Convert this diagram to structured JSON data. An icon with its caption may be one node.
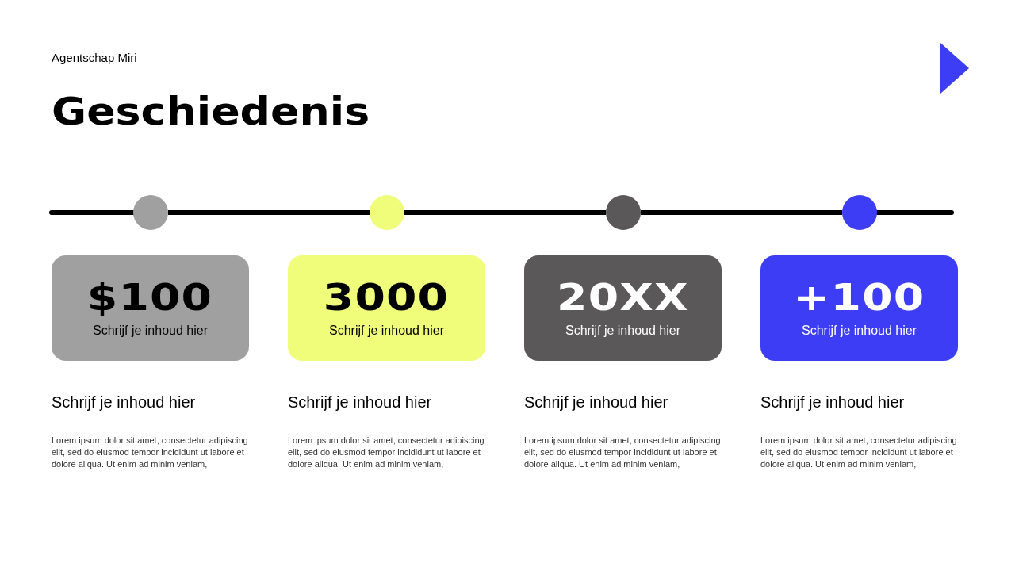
{
  "diagram": {
    "title": "Geschiedenis",
    "nodes": [
      {
        "text": [],
        "shape": "circle"
      },
      {
        "text": [],
        "shape": "circle"
      },
      {
        "text": [],
        "shape": "circle"
      },
      {
        "text": [],
        "shape": "circle"
      },
      {
        "text": [
          "$100",
          "Schrijf je inhoud hier"
        ],
        "beside": [
          "Schrijf je inhoud hier"
        ]
      },
      {
        "text": [
          "3000",
          "Schrijf je inhoud hier"
        ],
        "beside": [
          "Schrijf je inhoud hier"
        ]
      },
      {
        "text": [
          "20XX",
          "Schrijf je inhoud hier"
        ],
        "beside": [
          "Schrijf je inhoud hier"
        ]
      },
      {
        "text": [
          "+100",
          "Schrijf je inhoud hier"
        ],
        "beside": [
          "Schrijf je inhoud hier"
        ]
      }
    ],
    "edges": [
      {
        "from": null,
        "to": 0,
        "arrow": "none"
      },
      {
        "from": 0,
        "to": 1,
        "arrow": "none"
      },
      {
        "from": 1,
        "to": 2,
        "arrow": "none"
      },
      {
        "from": 2,
        "to": 3,
        "arrow": "none"
      },
      {
        "from": 3,
        "to": null,
        "arrow": "none"
      }
    ],
    "labels": [
      "Agentschap Miri",
      "Lorem ipsum dolor sit amet, consectetur adipiscing elit, sed do eiusmod tempor incididunt ut labore et dolore aliqua. Ut enim ad minim veniam,",
      "Lorem ipsum dolor sit amet, consectetur adipiscing elit, sed do eiusmod tempor incididunt ut labore et dolore aliqua. Ut enim ad minim veniam,",
      "Lorem ipsum dolor sit amet, consectetur adipiscing elit, sed do eiusmod tempor incididunt ut labore et dolore aliqua. Ut enim ad minim veniam,",
      "Lorem ipsum dolor sit amet, consectetur adipiscing elit, sed do eiusmod tempor incididunt ut labore et dolore aliqua. Ut enim ad minim veniam,"
    ]
  }
}
